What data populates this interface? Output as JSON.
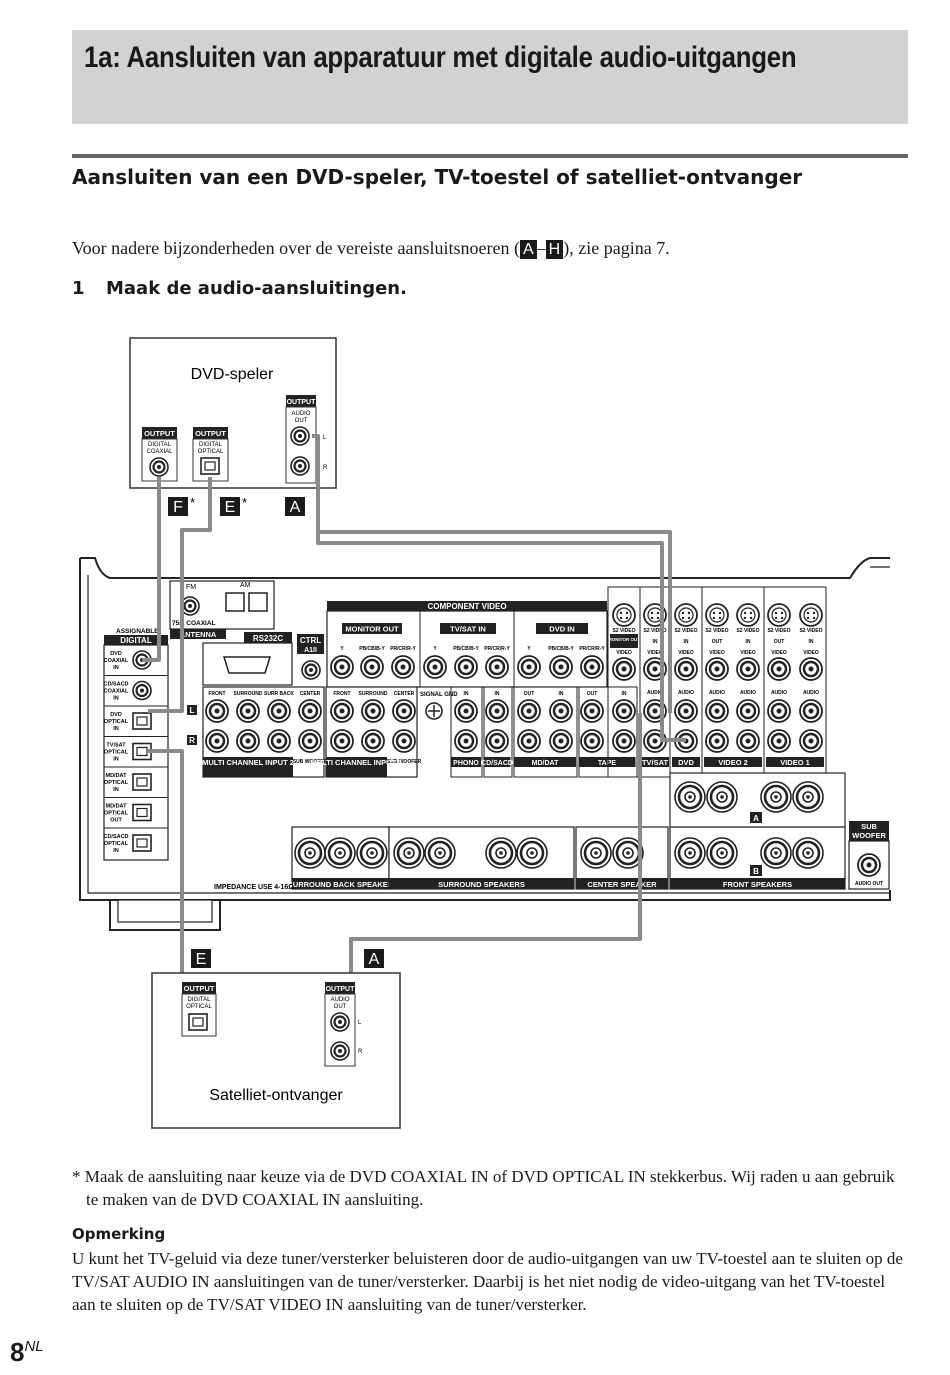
{
  "page": {
    "title": "1a: Aansluiten van apparatuur met digitale audio-uitgangen",
    "subtitle": "Aansluiten van een DVD-speler, TV-toestel of satelliet-ontvanger",
    "intro_before": "Voor nadere bijzonderheden over de vereiste aansluitsnoeren (",
    "intro_key_first": "A",
    "intro_dash": "–",
    "intro_key_last": "H",
    "intro_after": "), zie pagina 7.",
    "step_number": "1",
    "step_text": "Maak de audio-aansluitingen.",
    "footnote": "* Maak de aansluiting naar keuze via de DVD COAXIAL IN of DVD OPTICAL IN stekkerbus. Wij raden u aan gebruik te maken van de DVD COAXIAL IN aansluiting.",
    "note_title": "Opmerking",
    "note_text": "U kunt het TV-geluid via deze tuner/versterker beluisteren door de audio-uitgangen van uw TV-toestel aan te sluiten op de TV/SAT AUDIO IN aansluitingen van de tuner/versterker. Daarbij is het niet nodig de video-uitgang van het TV-toestel aan te sluiten op de TV/SAT VIDEO IN aansluiting van de tuner/versterker.",
    "page_number": "8",
    "page_suffix": "NL"
  },
  "diagram": {
    "dvd_player": "DVD-speler",
    "satellite": "Satelliet-ontvanger",
    "output": "OUTPUT",
    "digital_coaxial": [
      "DIGITAL",
      "COAXIAL"
    ],
    "digital_optical": [
      "DIGITAL",
      "OPTICAL"
    ],
    "audio_out": [
      "AUDIO",
      "OUT"
    ],
    "label_L": "L",
    "label_R": "R",
    "cable_F": "F",
    "cable_E": "E",
    "cable_A": "A",
    "asterisk": "*",
    "receiver": {
      "fm": "FM",
      "am": "AM",
      "coaxial_75": "75Ω COAXIAL",
      "antenna": "ANTENNA",
      "rs232c": "RS232C",
      "ctrl": "CTRL",
      "ctrl_sub": "A1II",
      "assignable": "ASSIGNABLE",
      "digital": "DIGITAL",
      "digital_inputs": [
        [
          "DVD",
          "COAXIAL",
          "IN"
        ],
        [
          "CD/SACD",
          "COAXIAL",
          "IN"
        ],
        [
          "DVD",
          "OPTICAL",
          "IN"
        ],
        [
          "TV/SAT",
          "OPTICAL",
          "IN"
        ],
        [
          "MD/DAT",
          "OPTICAL",
          "IN"
        ],
        [
          "MD/DAT",
          "OPTICAL",
          "OUT"
        ],
        [
          "CD/SACD",
          "OPTICAL",
          "IN"
        ]
      ],
      "component_video": "COMPONENT VIDEO",
      "monitor_out": "MONITOR OUT",
      "tv_sat_in": "TV/SAT IN",
      "dvd_in": "DVD IN",
      "comp_y": "Y",
      "comp_pb": "PB/CB/B-Y",
      "comp_pr": "PR/CR/R-Y",
      "mc_front": "FRONT",
      "mc_surround": "SURROUND",
      "mc_surr_back": "SURR BACK",
      "mc_center": "CENTER",
      "sub_woofer_short": "SUB WOOFER",
      "multi_in2": "MULTI CHANNEL INPUT 2",
      "multi_in1": "MULTI CHANNEL INPUT 1",
      "signal_gnd": "SIGNAL GND",
      "jack_in": "IN",
      "jack_out": "OUT",
      "phono": "PHONO",
      "cd_sacd": "CD/SACD",
      "md_dat": "MD/DAT",
      "tape": "TAPE",
      "tv_sat": "TV/SAT",
      "dvd": "DVD",
      "video2": "VIDEO 2",
      "video1": "VIDEO 1",
      "s2_video": "S2 VIDEO",
      "video": "VIDEO",
      "audio": "AUDIO",
      "monitor_out_short": "MONITOR OUT",
      "impedance": "IMPEDANCE USE 4-16Ω",
      "surround_back_speaker": "SURROUND BACK SPEAKER",
      "surround_speakers": "SURROUND SPEAKERS",
      "center_speaker": "CENTER SPEAKER",
      "front_speakers": "FRONT SPEAKERS",
      "sub_woofer": "SUB WOOFER",
      "audio_out_short": "AUDIO OUT",
      "front_a": "A",
      "front_b": "B"
    }
  },
  "colors": {
    "banner_bg": "#d2d2d2",
    "cable": "#8a8a8a",
    "text": "#1a1a1a"
  }
}
